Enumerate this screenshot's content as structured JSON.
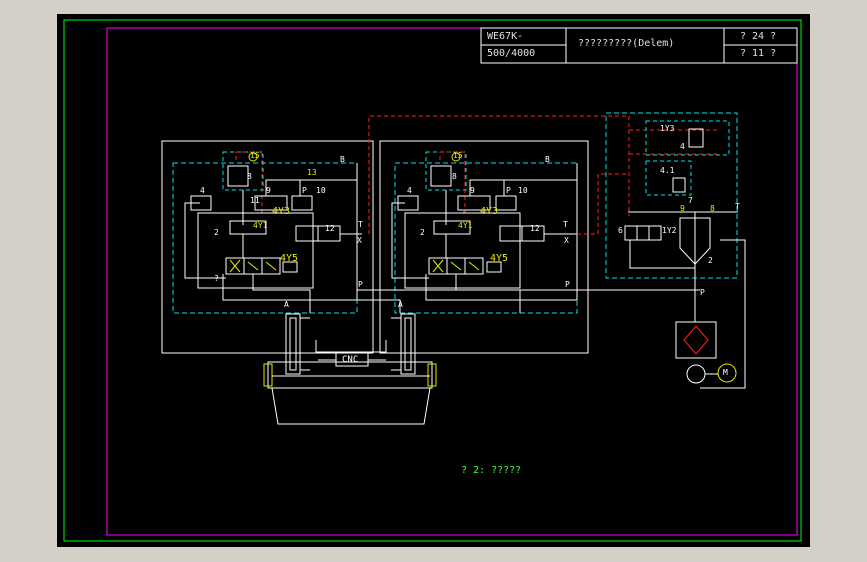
{
  "colors": {
    "canvas": "#d4d0c8",
    "paper": "#000000",
    "outer_frame": "#00ff00",
    "inner_frame": "#ff00ff",
    "line_white": "#ffffff",
    "line_red": "#ff2020",
    "line_cyan": "#00e0e0",
    "text_yellow": "#e8e800",
    "text_green": "#40ff40"
  },
  "title_block": {
    "model_line1": "WE67K-",
    "model_line2": "500/4000",
    "name": "?????????(Delem)",
    "sheet_total": "? 24 ?",
    "sheet_number": "? 11 ?"
  },
  "caption": "? 2: ?????",
  "labels": {
    "cnc": "CNC",
    "coil_4y3": "4Y3",
    "coil_4y1": "4Y1",
    "coil_4y5": "4Y5",
    "coil_1y2": "1Y2",
    "coil_1y3": "1Y3",
    "port_b": "B",
    "port_p": "P",
    "port_t": "T",
    "port_x": "X",
    "port_a": "A",
    "motor": "M",
    "n2": "2",
    "n4": "4",
    "n41": "4.1",
    "n6": "6",
    "n8": "8",
    "n9": "9",
    "n10": "10",
    "n11": "11",
    "n12": "12",
    "n13": "13",
    "n15": "15",
    "n7": "7",
    "q": "?"
  }
}
